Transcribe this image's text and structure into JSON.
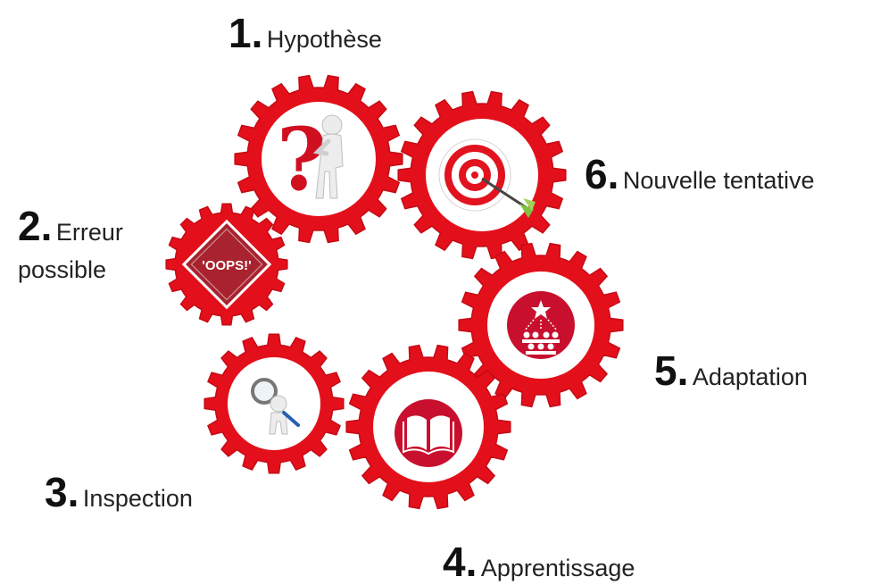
{
  "colors": {
    "gear_red": "#e3101b",
    "gear_dark": "#c40a14",
    "icon_red": "#c8102e",
    "oops_red": "#a8232f",
    "text": "#111111"
  },
  "steps": [
    {
      "number": "1.",
      "label": "Hypothèse",
      "icon": "question-figure-icon"
    },
    {
      "number": "2.",
      "label_line1": "Erreur",
      "label_line2": "possible",
      "icon": "oops-sign-icon",
      "sign_text": "'OOPS!'"
    },
    {
      "number": "3.",
      "label": "Inspection",
      "icon": "magnifier-figure-icon"
    },
    {
      "number": "4.",
      "label": "Apprentissage",
      "icon": "open-book-icon"
    },
    {
      "number": "5.",
      "label": "Adaptation",
      "icon": "team-star-icon"
    },
    {
      "number": "6.",
      "label": "Nouvelle tentative",
      "icon": "target-arrow-icon"
    }
  ]
}
